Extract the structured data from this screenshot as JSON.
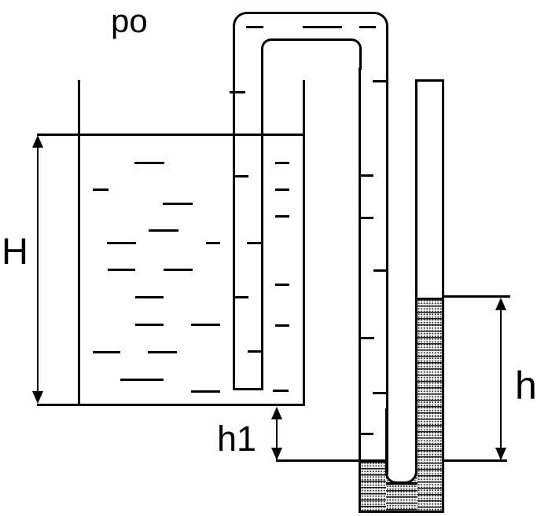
{
  "diagram": {
    "title": "tank-siphon-mercury-manometer",
    "labels": {
      "atmospheric_pressure": "po",
      "tank_water_height": "H",
      "offset_height": "h1",
      "mercury_column_height": "h"
    },
    "colors": {
      "line": "#000000",
      "background": "#ffffff",
      "mercury_fill_base": "#f0f0f0"
    },
    "water_dashes": [
      [
        171,
        206,
        38
      ],
      [
        118,
        240,
        20
      ],
      [
        207,
        258,
        38
      ],
      [
        189,
        292,
        38
      ],
      [
        136,
        308,
        37
      ],
      [
        262,
        308,
        18
      ],
      [
        137,
        342,
        35
      ],
      [
        208,
        342,
        37
      ],
      [
        172,
        377,
        36
      ],
      [
        172,
        412,
        36
      ],
      [
        243,
        412,
        37
      ],
      [
        118,
        447,
        35
      ],
      [
        188,
        447,
        37
      ],
      [
        153,
        482,
        55
      ],
      [
        243,
        497,
        37
      ],
      [
        347,
        496,
        20
      ],
      [
        350,
        206,
        18
      ],
      [
        350,
        240,
        18
      ],
      [
        350,
        274,
        18
      ],
      [
        350,
        361,
        18
      ],
      [
        350,
        413,
        18
      ],
      [
        292,
        116,
        20
      ],
      [
        297,
        223,
        19
      ],
      [
        314,
        308,
        19
      ],
      [
        297,
        377,
        19
      ],
      [
        315,
        446,
        18
      ],
      [
        313,
        33,
        22
      ],
      [
        385,
        33,
        50
      ],
      [
        457,
        33,
        21
      ],
      [
        474,
        102,
        19
      ],
      [
        457,
        222,
        18
      ],
      [
        457,
        276,
        18
      ],
      [
        475,
        343,
        18
      ],
      [
        457,
        429,
        19
      ],
      [
        474,
        499,
        19
      ],
      [
        457,
        551,
        18
      ]
    ]
  }
}
